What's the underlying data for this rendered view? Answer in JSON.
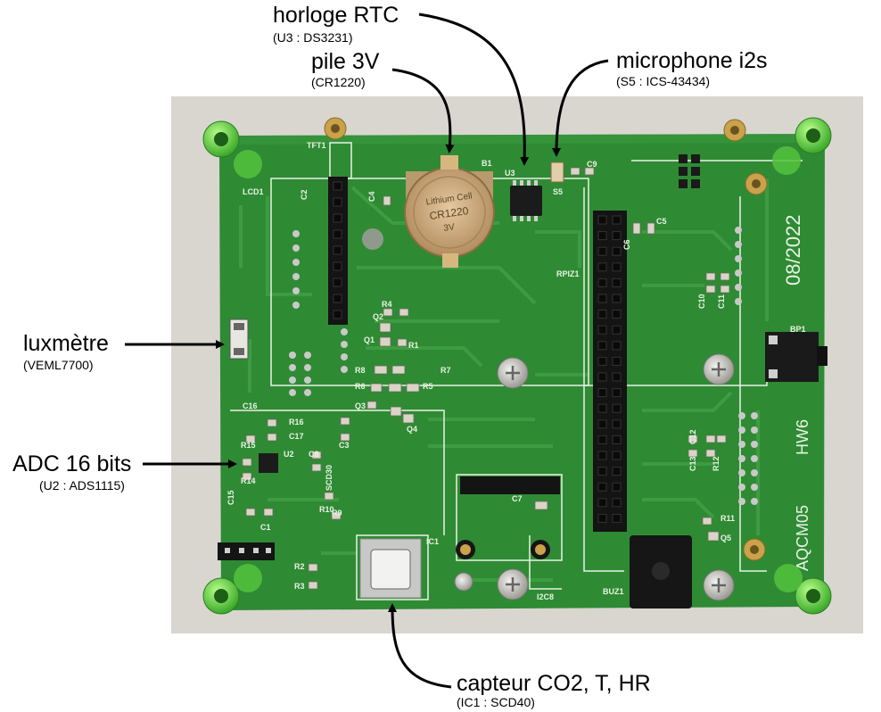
{
  "callouts": [
    {
      "id": "rtc",
      "title": "horloge RTC",
      "detail": "(U3 : DS3231)"
    },
    {
      "id": "battery",
      "title": "pile 3V",
      "detail": "(CR1220)"
    },
    {
      "id": "microphone",
      "title": "microphone i2s",
      "detail": "(S5 : ICS-43434)"
    },
    {
      "id": "luxmeter",
      "title": "luxmètre",
      "detail": "(VEML7700)"
    },
    {
      "id": "adc",
      "title": "ADC 16 bits",
      "detail": "(U2 : ADS1115)"
    },
    {
      "id": "co2",
      "title": "capteur CO2, T, HR",
      "detail": "(IC1 : SCD40)"
    }
  ],
  "board": {
    "date_mark": "08/2022",
    "hw_mark": "HW6",
    "model_mark": "AQCM05",
    "coin_cell_text": [
      "Lithium Cell",
      "CR1220",
      "3V"
    ],
    "silkscreen": [
      "TFT1",
      "LCD1",
      "B1",
      "U3",
      "S5",
      "C9",
      "C2",
      "C4",
      "C5",
      "C6",
      "RPIZ1",
      "C10",
      "C11",
      "R4",
      "Q2",
      "Q1",
      "R1",
      "R8",
      "R7",
      "R6",
      "R5",
      "Q3",
      "Q4",
      "BP1",
      "C16",
      "R16",
      "C17",
      "R15",
      "C3",
      "U2",
      "C8",
      "R14",
      "SCD30",
      "C15",
      "R9",
      "C1",
      "R10",
      "C12",
      "C13",
      "R12",
      "R11",
      "Q5",
      "C7",
      "IC1",
      "R2",
      "R3",
      "I2C8",
      "BUZ1"
    ]
  },
  "colors": {
    "pcb": "#2f8a34",
    "pcb_dark": "#226b27",
    "trace": "#3f9e43",
    "silk": "#e8f3e4",
    "header": "#141414",
    "background_photo": "#d9d6d0",
    "standoff": "#6ee04b",
    "brass": "#c9a24a",
    "arrow": "#000000",
    "squiggle": "#dd2222"
  }
}
